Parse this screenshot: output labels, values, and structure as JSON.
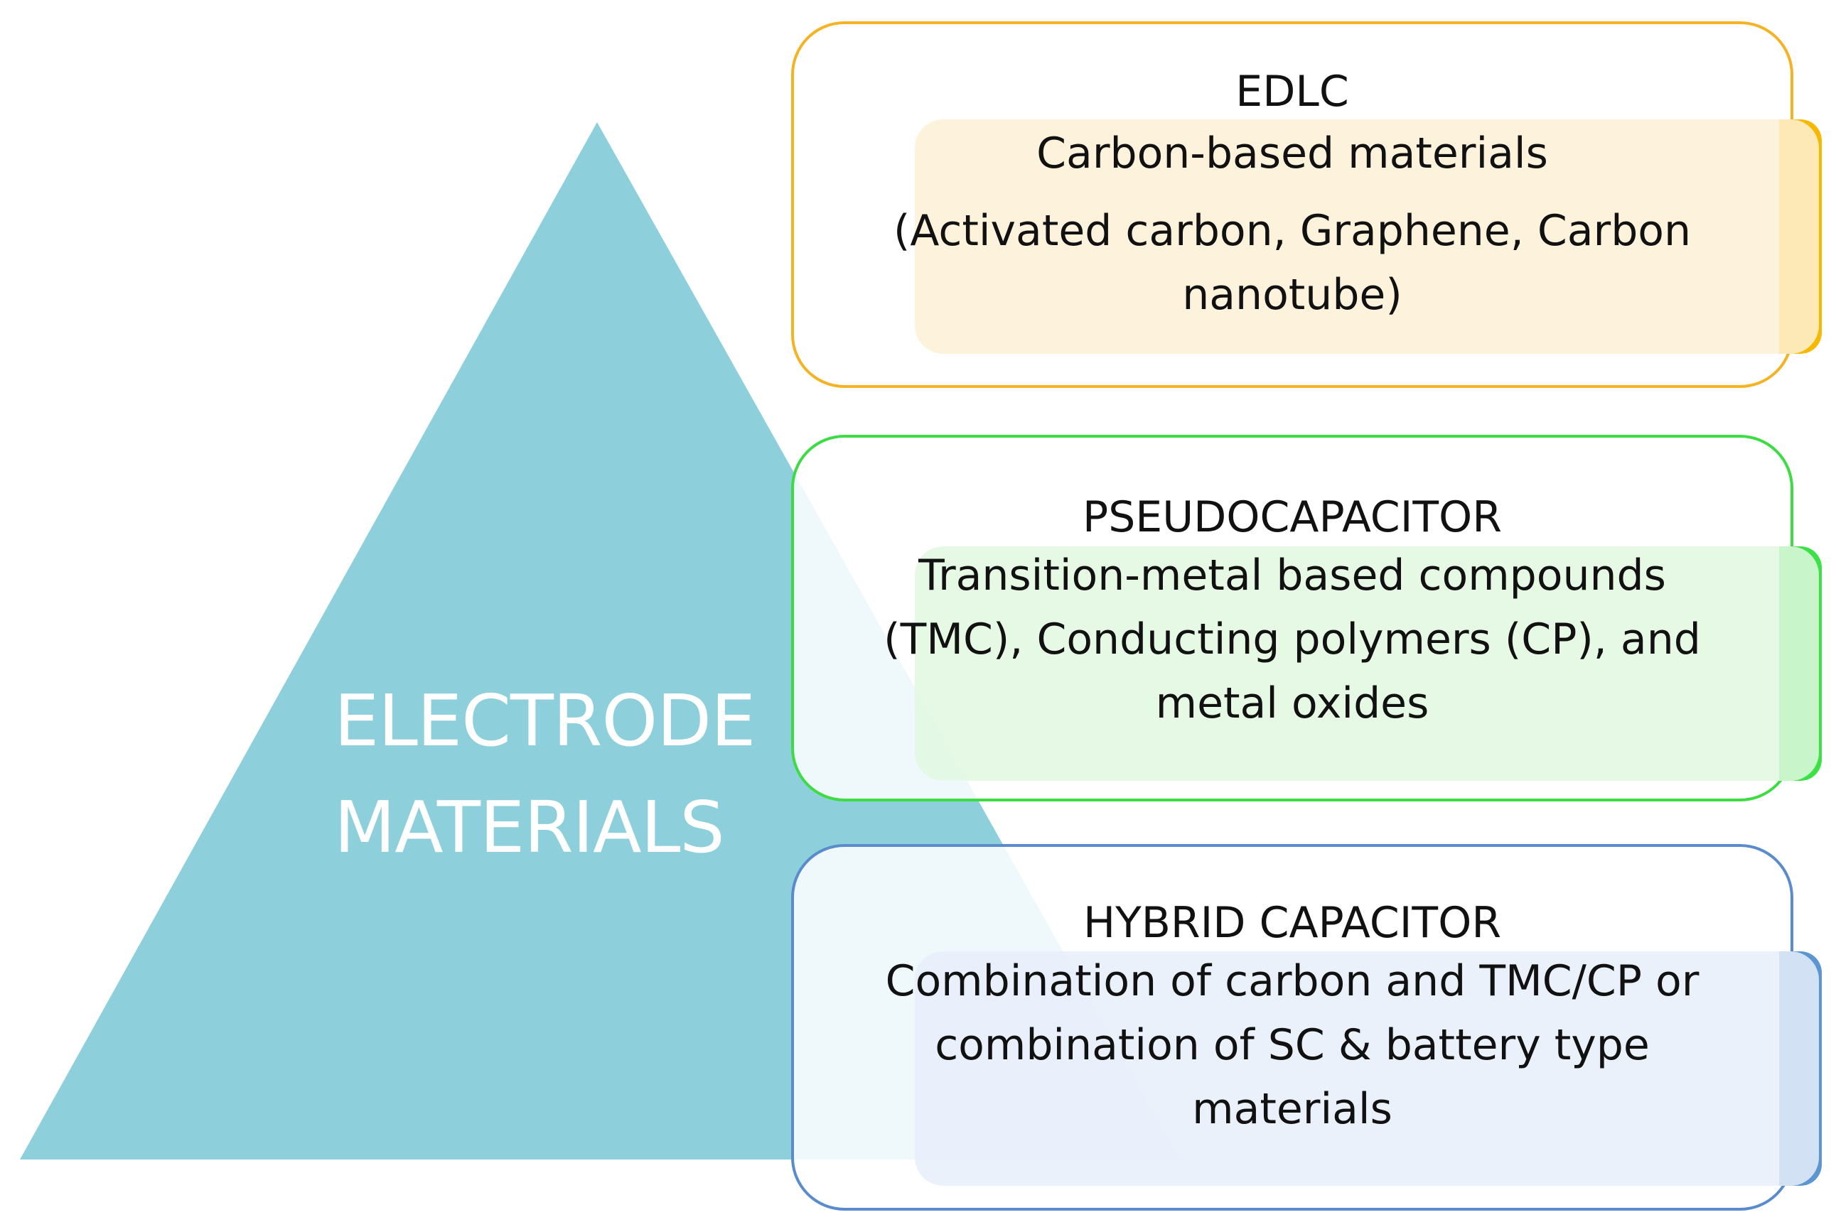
{
  "pyramid": {
    "label_lines": [
      "ELECTRODE",
      "MATERIALS"
    ],
    "color": "#8ecfdc"
  },
  "cards": [
    {
      "title": "EDLC",
      "lines": [
        "Carbon-based materials",
        "(Activated carbon, Graphene, Carbon",
        "nanotube)"
      ],
      "color": "#f5b324"
    },
    {
      "title": "PSEUDOCAPACITOR",
      "lines": [
        "Transition-metal based compounds",
        "(TMC), Conducting polymers (CP), and",
        "metal oxides"
      ],
      "color": "#3ddc43"
    },
    {
      "title": "HYBRID CAPACITOR",
      "lines": [
        "Combination of carbon and TMC/CP or",
        "combination of SC & battery type",
        "materials"
      ],
      "color": "#5a8ccd"
    }
  ]
}
